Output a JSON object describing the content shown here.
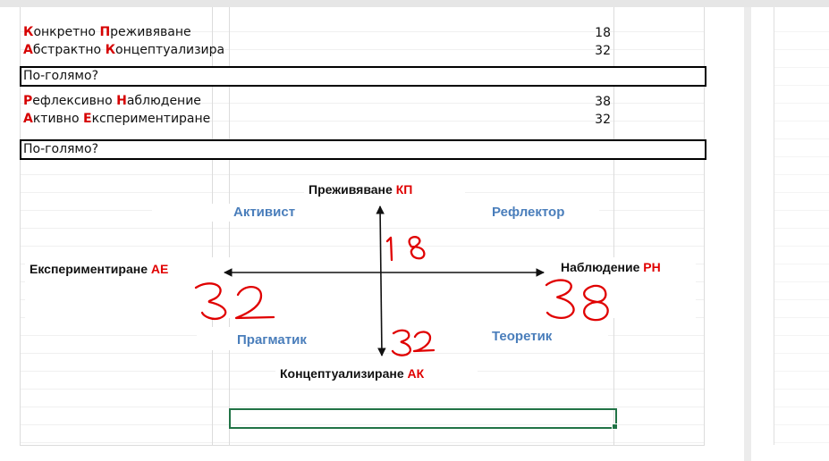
{
  "rows": [
    {
      "first": "К",
      "first_rest": "онкретно ",
      "second": "П",
      "second_rest": "реживяване",
      "value": "18"
    },
    {
      "first": "А",
      "first_rest": "бстрактно ",
      "second": "К",
      "second_rest": "онцептуализира",
      "value": "32"
    },
    {
      "first": "Р",
      "first_rest": "ефлексивно ",
      "second": "Н",
      "second_rest": "аблюдение",
      "value": "38"
    },
    {
      "first": "А",
      "first_rest": "ктивно ",
      "second": "Е",
      "second_rest": "кспериментиране",
      "value": "32"
    }
  ],
  "question": "По-голямо?",
  "diagram": {
    "top": {
      "text": "Преживяване ",
      "acronym": "КП"
    },
    "right": {
      "text": "Наблюдение ",
      "acronym": "РН"
    },
    "left": {
      "text": "Експериментиране ",
      "acronym": "АЕ"
    },
    "bottom": {
      "text": "Концептуализиране ",
      "acronym": "АК"
    },
    "quadrants": {
      "top_left": "Активист",
      "top_right": "Рефлектор",
      "bottom_left": "Прагматик",
      "bottom_right": "Теоретик"
    },
    "handwritten": {
      "top": "18",
      "left": "32",
      "right": "38",
      "bottom": "32"
    }
  },
  "colors": {
    "accent_red": "#d60000",
    "quadrant_blue": "#4a7ebb",
    "selection_green": "#217346",
    "handwriting_red": "#e00000"
  }
}
